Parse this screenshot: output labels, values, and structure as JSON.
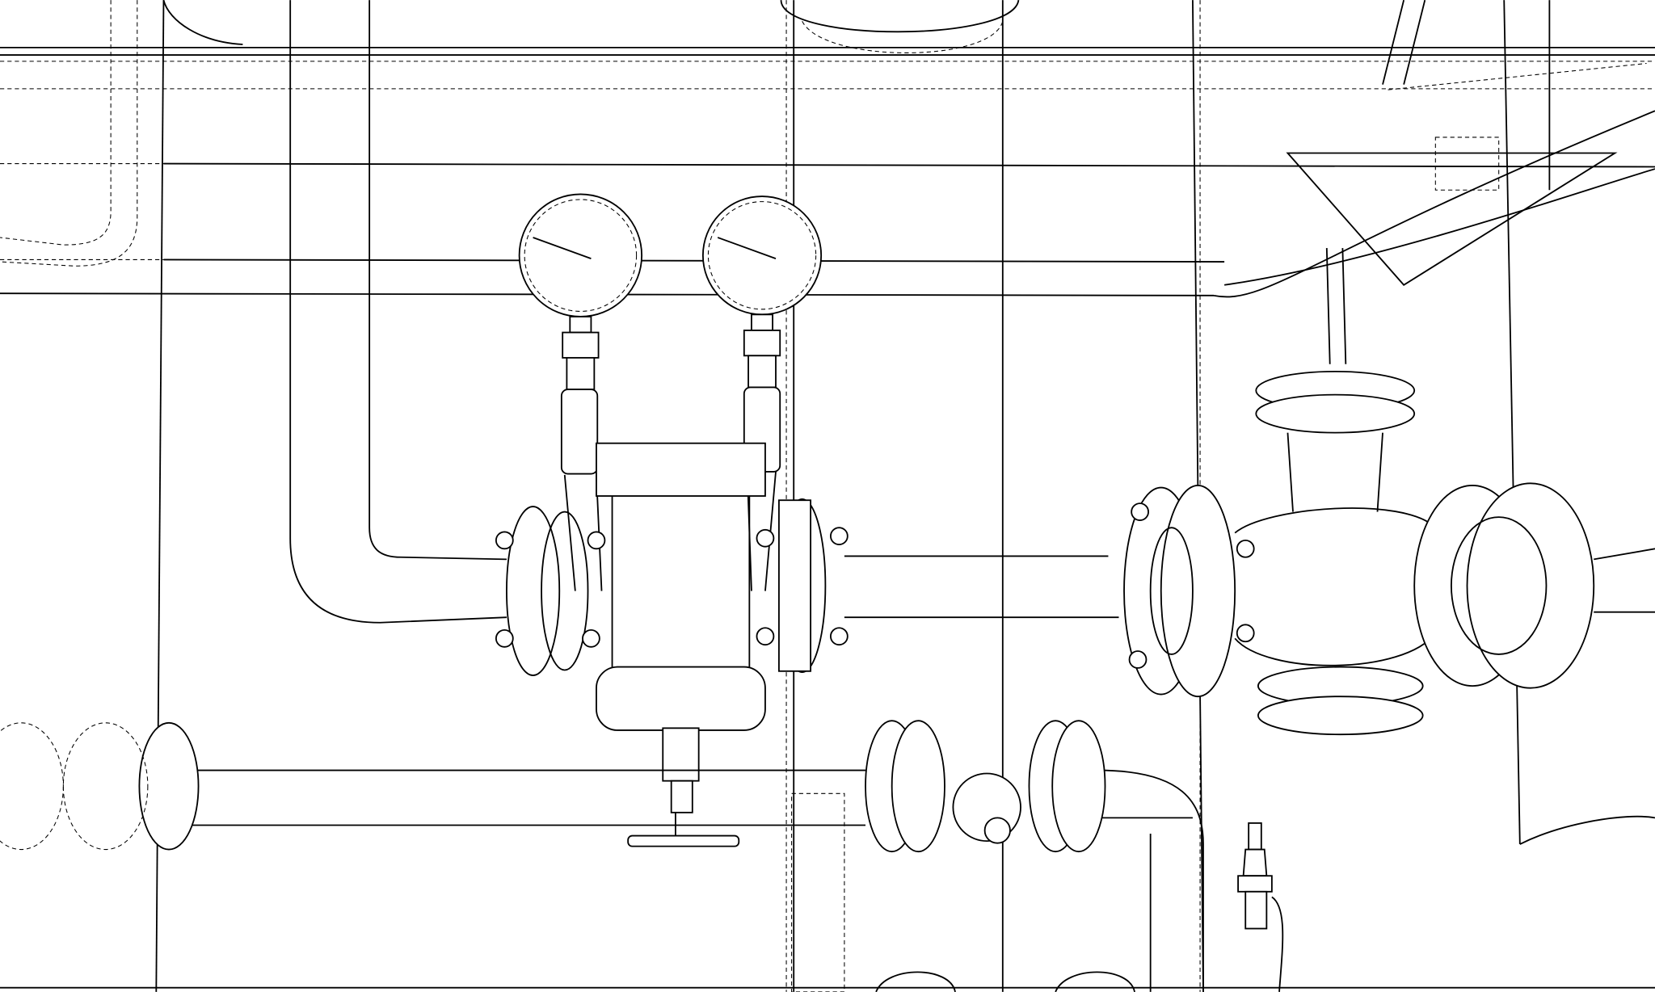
{
  "drawing": {
    "kind": "piping wireframe line drawing",
    "line_color": "#000000",
    "background_color": "#ffffff",
    "components": [
      "pressure-gauge",
      "pressure-gauge",
      "strainer",
      "gate-valve",
      "flange-pairs",
      "check-valve",
      "pipes"
    ]
  }
}
